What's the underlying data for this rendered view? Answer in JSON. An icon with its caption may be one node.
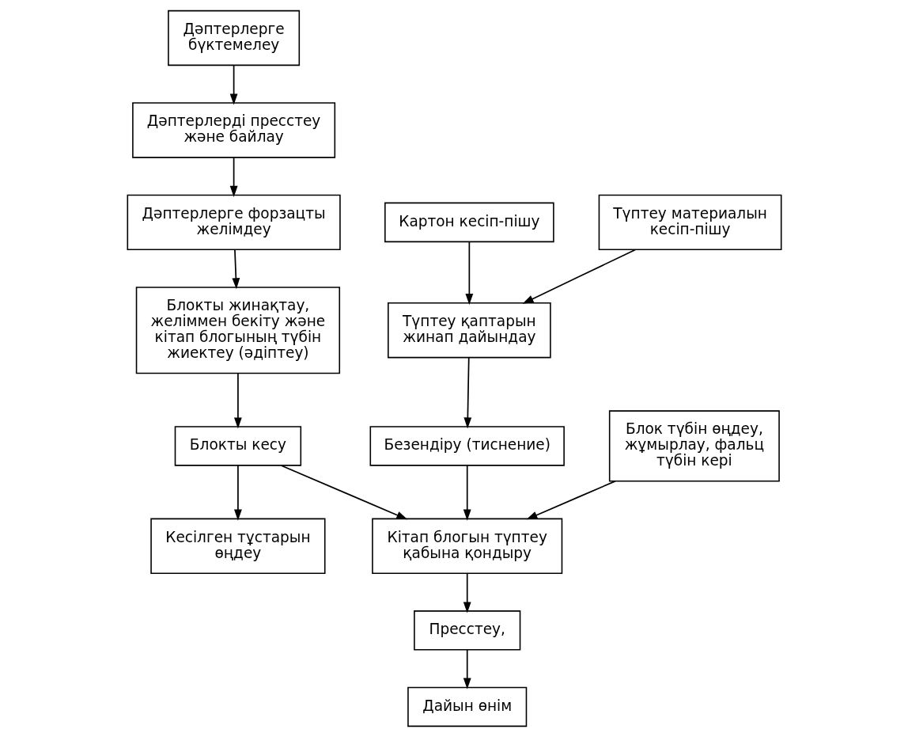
{
  "diagram": {
    "nodes": [
      {
        "text": [
          "Дәптерлерге бүктемелеу"
        ]
      },
      {
        "text": [
          "Дәптерлерді пресстеу және байлау"
        ]
      },
      {
        "text": [
          "Дәптерлерге форзацты желімдеу"
        ]
      },
      {
        "text": [
          "Блокты жинақтау, желіммен бекіту және кітап блогының түбін жиектеу (әдіптеу)"
        ]
      },
      {
        "text": [
          "Картон кесіп-пішу"
        ]
      },
      {
        "text": [
          "Түптеу материалын кесіп-пішу"
        ]
      },
      {
        "text": [
          "Түптеу қаптарын жинап дайындау"
        ]
      },
      {
        "text": [
          "Безендіру (тиснение)"
        ]
      },
      {
        "text": [
          "Блокты кесу"
        ]
      },
      {
        "text": [
          "Кесілген тұстарын өңдеу"
        ]
      },
      {
        "text": [
          "Кітап блогын түптеу қабына қондыру"
        ]
      },
      {
        "text": [
          "Пресстеу,"
        ]
      },
      {
        "text": [
          "Дайын өнім"
        ]
      },
      {
        "text": [
          "Блок түбін өңдеу, жұмырлау, фальц түбін кері"
        ]
      }
    ],
    "edges": [
      {
        "from": 0,
        "to": 1,
        "arrow": "to"
      },
      {
        "from": 1,
        "to": 2,
        "arrow": "to"
      },
      {
        "from": 2,
        "to": 3,
        "arrow": "to"
      },
      {
        "from": 4,
        "to": 6,
        "arrow": "to"
      },
      {
        "from": 5,
        "to": 6,
        "arrow": "to"
      },
      {
        "from": 6,
        "to": 7,
        "arrow": "to"
      },
      {
        "from": 7,
        "to": 10,
        "arrow": "to"
      },
      {
        "from": 3,
        "to": 8,
        "arrow": "to"
      },
      {
        "from": 8,
        "to": 10,
        "arrow": "to"
      },
      {
        "from": 8,
        "to": 9,
        "arrow": "to"
      },
      {
        "from": 13,
        "to": 10,
        "arrow": "to"
      },
      {
        "from": 10,
        "to": 11,
        "arrow": "to"
      },
      {
        "from": 11,
        "to": 12,
        "arrow": "to"
      }
    ]
  }
}
